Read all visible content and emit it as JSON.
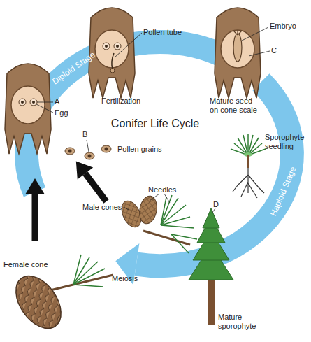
{
  "diagram": {
    "title": "Conifer Life Cycle",
    "labels": [
      "Pollen tube",
      "Embryo",
      "Diploid Stage",
      "Fertilization",
      "Mature seed on cone scale",
      "C",
      "A",
      "Egg",
      "B",
      "Pollen grains",
      "Sporophyte seedling",
      "Needles",
      "Male cones",
      "D",
      "Haploid Stage",
      "Female cone",
      "Meiosis",
      "Mature sporophyte"
    ]
  }
}
